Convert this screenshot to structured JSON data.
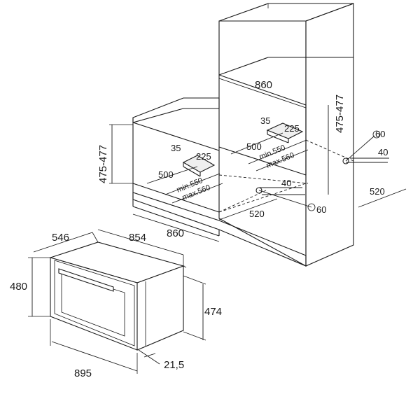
{
  "colors": {
    "line": "#1a1a1a",
    "background": "#ffffff"
  },
  "oven": {
    "depth": "546",
    "width_top": "854",
    "height_front": "480",
    "height_side": "474",
    "width_bottom": "895",
    "door_thickness": "21,5"
  },
  "under_counter": {
    "height_range": "475-477",
    "bracket_depth": "35",
    "bracket_width": "225",
    "depth_500": "500",
    "min_depth": "min.550",
    "max_depth": "max.560",
    "hole_offset": "40",
    "hole_diameter": "60",
    "rear_depth": "520",
    "width": "860"
  },
  "tall_unit": {
    "width": "860",
    "height_range": "475-477",
    "bracket_depth": "35",
    "bracket_width": "225",
    "depth_500": "500",
    "min_depth": "min.550",
    "max_depth": "max.560",
    "hole_diameter": "60",
    "hole_offset": "40",
    "rear_depth": "520"
  }
}
